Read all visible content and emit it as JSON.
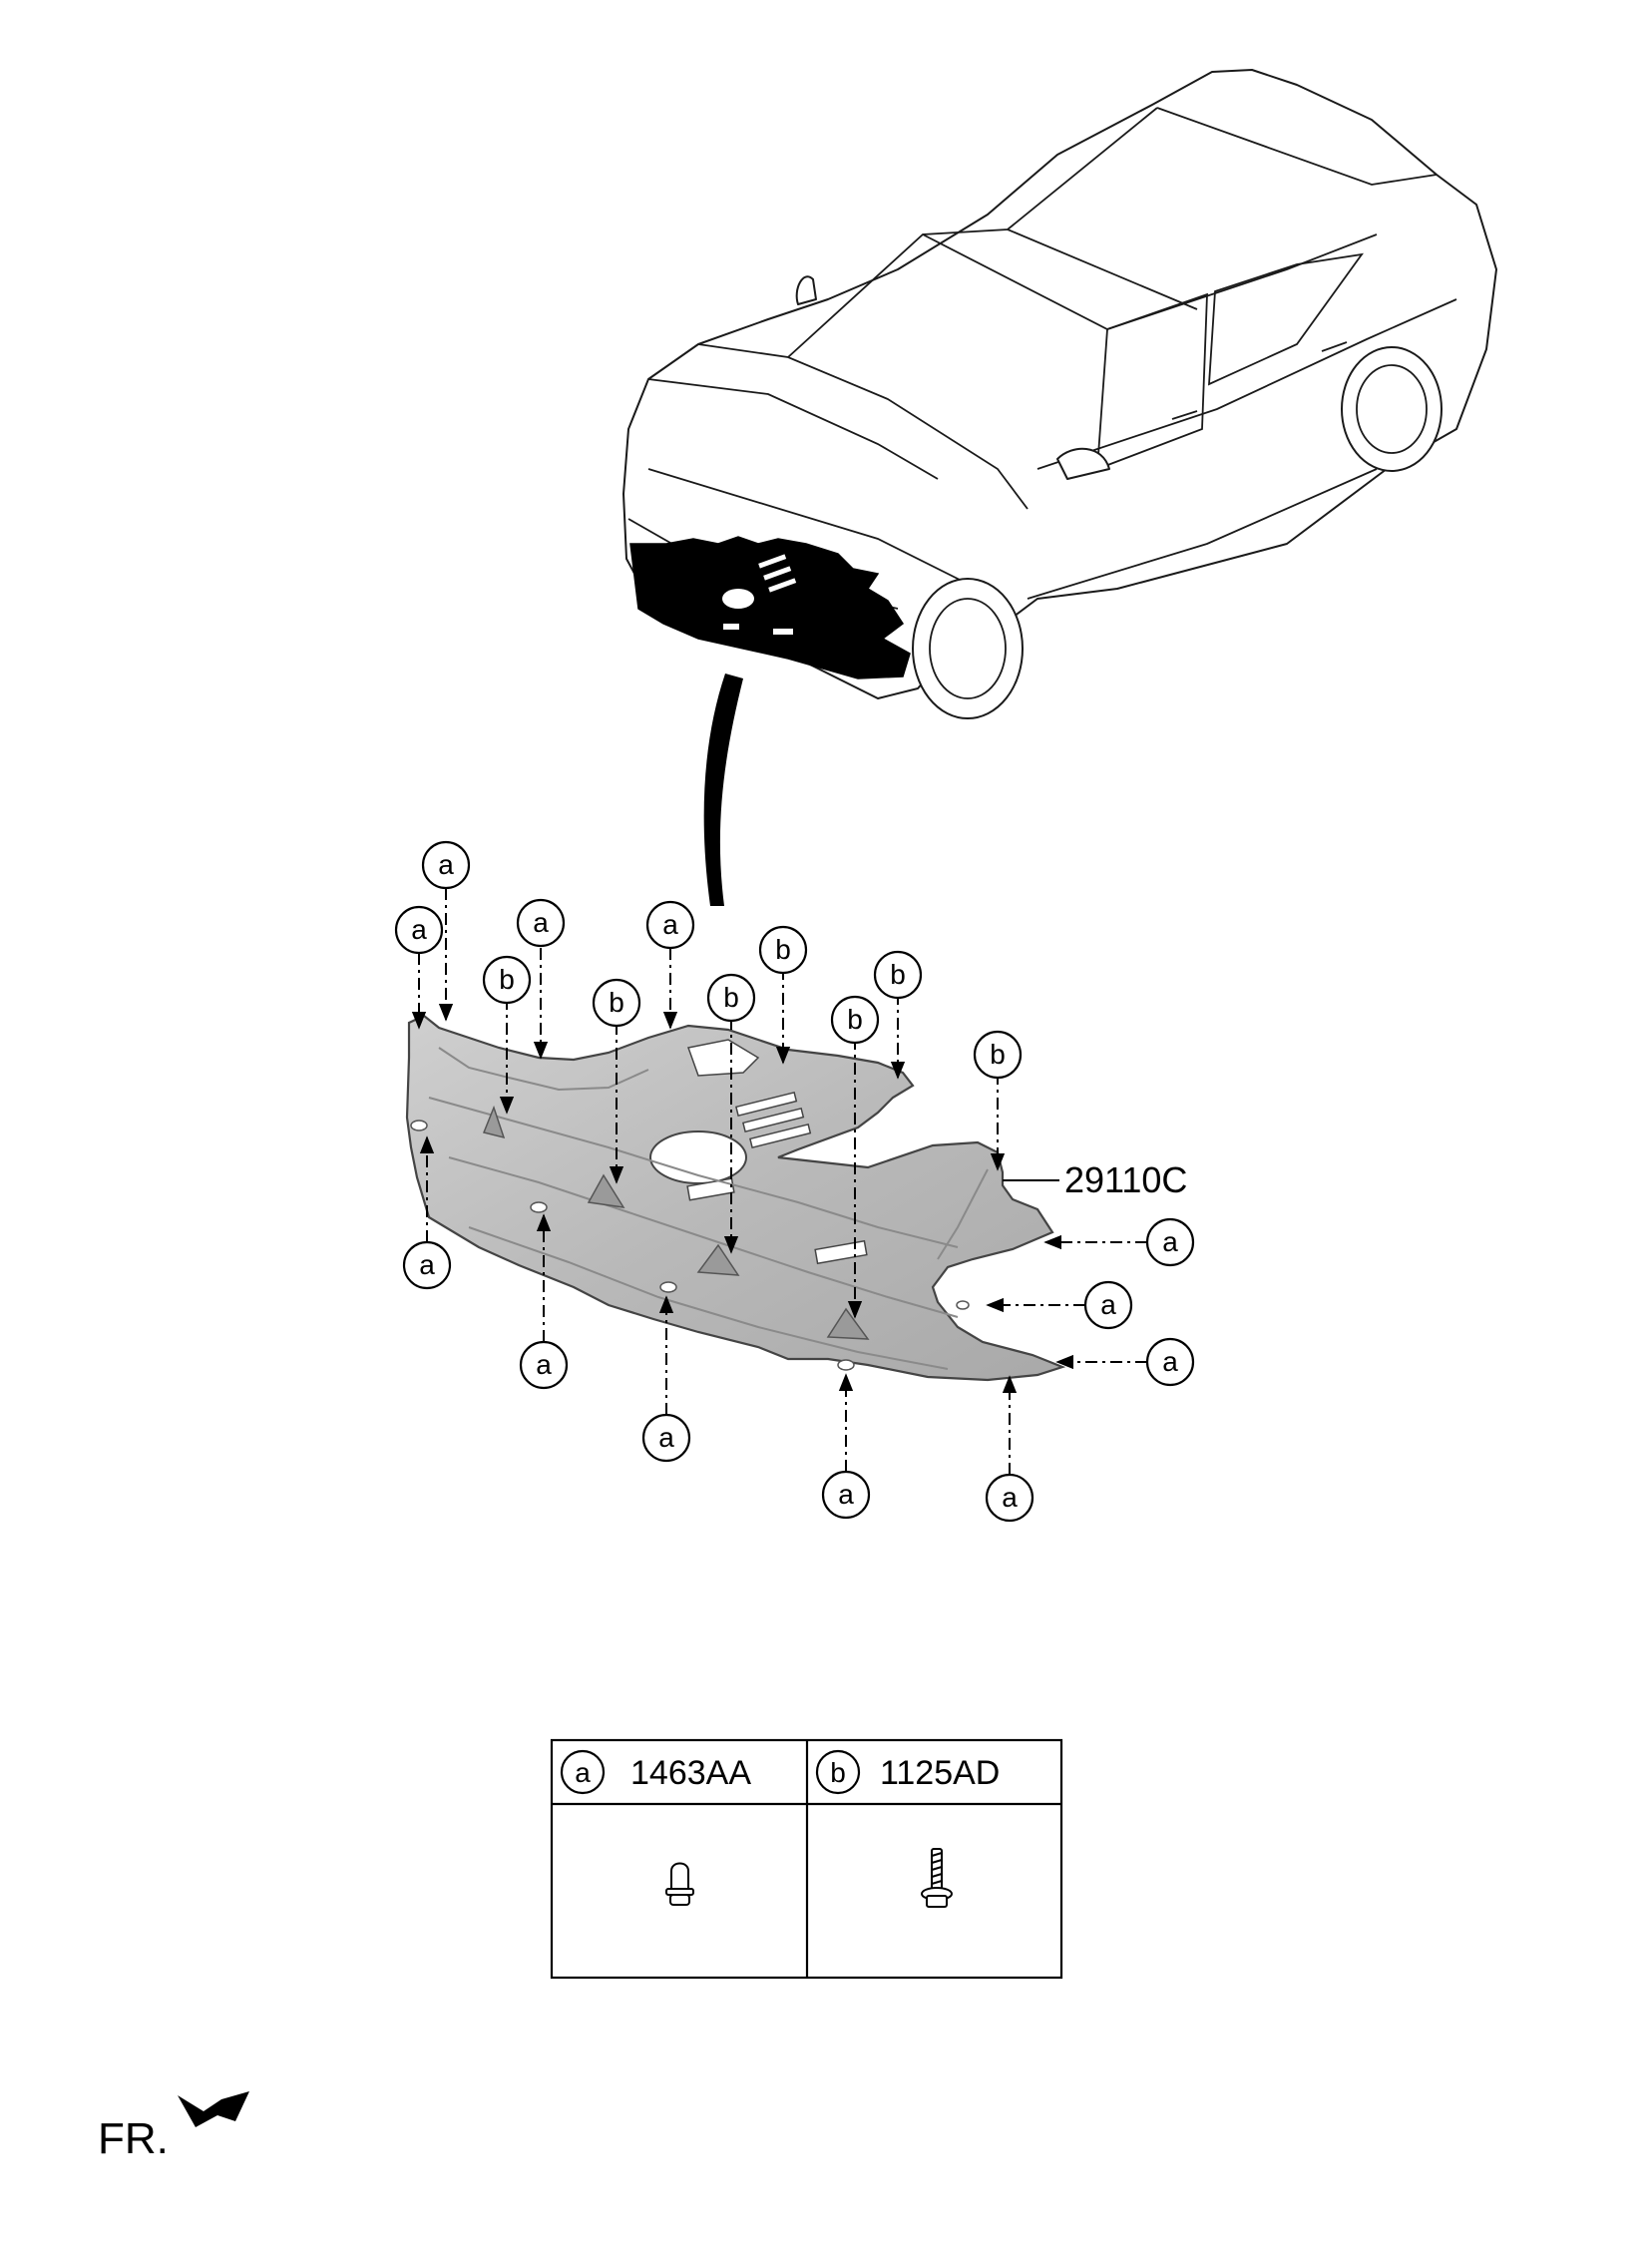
{
  "part_number": "29110C",
  "callout_a": "a",
  "callout_b": "b",
  "legend": {
    "a": {
      "letter": "a",
      "part": "1463AA"
    },
    "b": {
      "letter": "b",
      "part": "1125AD"
    }
  },
  "front_label": "FR.",
  "icons": [
    "car-illustration-icon",
    "under-cover-panel-icon",
    "clip-fastener-icon",
    "bolt-fastener-icon",
    "front-direction-arrow-icon"
  ]
}
